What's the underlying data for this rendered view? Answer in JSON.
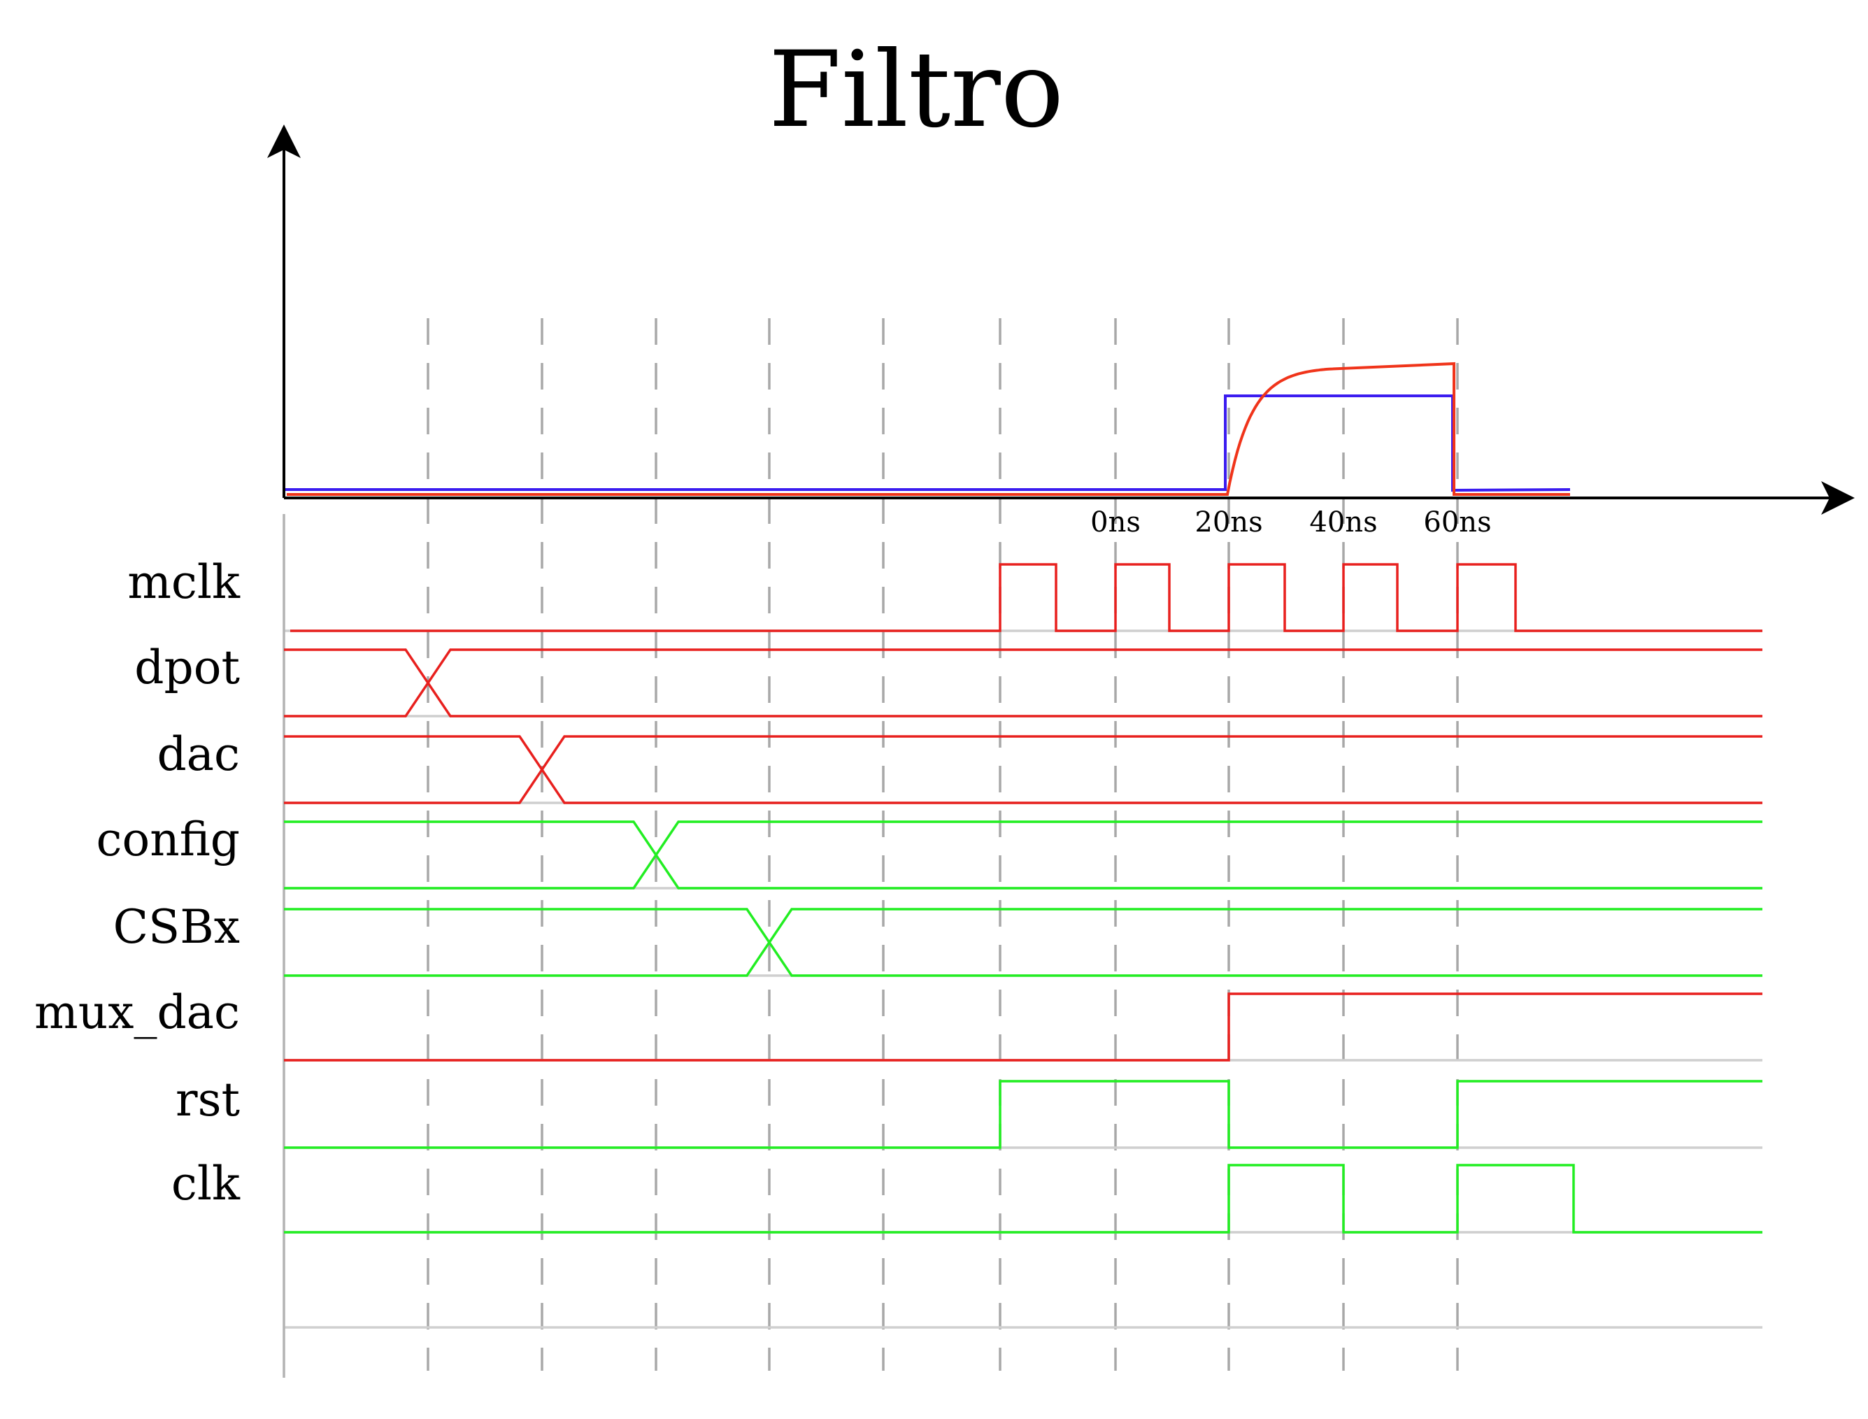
{
  "title": "Filtro",
  "colors": {
    "red_signal": "#e8201e",
    "green_signal": "#22ee22",
    "plot_blue": "#3b1cf0",
    "plot_red": "#f0341a",
    "grid": "#a8a8a8",
    "axis": "#000000"
  },
  "time_labels": [
    "0ns",
    "20ns",
    "40ns",
    "60ns"
  ],
  "signals": [
    {
      "name": "mclk",
      "color": "red",
      "kind": "clock"
    },
    {
      "name": "dpot",
      "color": "red",
      "kind": "bus"
    },
    {
      "name": "dac",
      "color": "red",
      "kind": "bus"
    },
    {
      "name": "config",
      "color": "green",
      "kind": "bus"
    },
    {
      "name": "CSBx",
      "color": "green",
      "kind": "bus"
    },
    {
      "name": "mux_dac",
      "color": "red",
      "kind": "step"
    },
    {
      "name": "rst",
      "color": "green",
      "kind": "pulse"
    },
    {
      "name": "clk",
      "color": "green",
      "kind": "clock"
    }
  ],
  "plot": {
    "series": [
      {
        "color": "blue",
        "shape": "rectangular pulse"
      },
      {
        "color": "red",
        "shape": "exponential rise and fall"
      }
    ]
  }
}
